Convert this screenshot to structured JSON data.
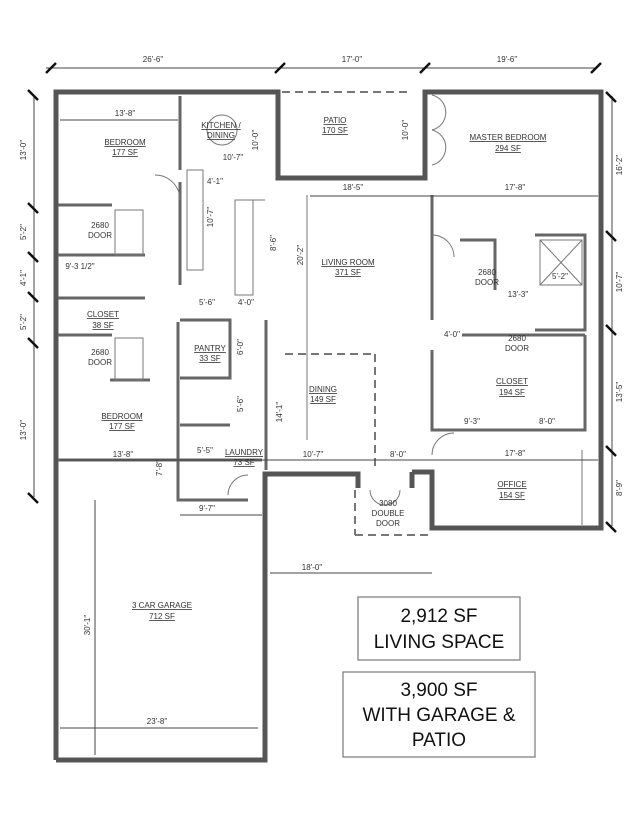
{
  "dimensions": {
    "top": [
      "26'-6\"",
      "17'-0\"",
      "19'-6\""
    ],
    "left": [
      "13'-0\"",
      "5'-2\"",
      "4'-1\"",
      "5'-2\"",
      "13'-0\""
    ],
    "right": [
      "16'-2\"",
      "10'-7\"",
      "13'-5\"",
      "8'-9\""
    ],
    "bed1_width": "13'-8\"",
    "kitchen_h": "10'-0\"",
    "kitchen_w": "10'-7\"",
    "patio_h": "10'-0\"",
    "living_w": "18'-5\"",
    "master_w": "17'-8\"",
    "hall_w": "4'-1\"",
    "kitchen_v": "10'-7\"",
    "island_h": "8'-6\"",
    "living_h": "20'-2\"",
    "bath1_w": "9'-3 1/2\"",
    "mbath_w1": "5'-2\"",
    "mbath_w2": "13'-3\"",
    "pantry_w": "5'-6\"",
    "pantry_w2": "4'-0\"",
    "pantry_h": "6'-0\"",
    "mhall_w": "4'-0\"",
    "bath3_h": "5'-6\"",
    "dining_h": "14'-1\"",
    "mcloset_w1": "9'-3\"",
    "mcloset_w2": "8'-0\"",
    "bed2_width": "13'-8\"",
    "hall_h": "7'-8\"",
    "laundry_w": "5'-5\"",
    "dining_w": "10'-7\"",
    "entry_w": "8'-0\"",
    "office_w": "17'-8\"",
    "laundry_total": "9'-7\"",
    "front_w": "18'-0\"",
    "garage_h": "30'-1\"",
    "garage_w": "23'-8\""
  },
  "rooms": {
    "bedroom1": {
      "name": "BEDROOM",
      "area": "177 SF"
    },
    "kitchen": {
      "name": "KITCHEN /",
      "name2": "DINING"
    },
    "patio": {
      "name": "PATIO",
      "area": "170 SF"
    },
    "master": {
      "name": "MASTER BEDROOM",
      "area": "294 SF"
    },
    "living": {
      "name": "LIVING ROOM",
      "area": "371 SF"
    },
    "closet1": {
      "name": "CLOSET",
      "area": "38 SF"
    },
    "pantry": {
      "name": "PANTRY",
      "area": "33 SF"
    },
    "dining": {
      "name": "DINING",
      "area": "149 SF"
    },
    "mcloset": {
      "name": "CLOSET",
      "area": "194 SF"
    },
    "bedroom2": {
      "name": "BEDROOM",
      "area": "177 SF"
    },
    "laundry": {
      "name": "LAUNDRY",
      "area": "73 SF"
    },
    "office": {
      "name": "OFFICE",
      "area": "154 SF"
    },
    "garage": {
      "name": "3 CAR GARAGE",
      "area": "712 SF"
    }
  },
  "doors": {
    "d1": [
      "2680",
      "DOOR"
    ],
    "d2": [
      "2680",
      "DOOR"
    ],
    "d3": [
      "2680",
      "DOOR"
    ],
    "d4": [
      "2680",
      "DOOR"
    ],
    "front": [
      "3080",
      "DOUBLE",
      "DOOR"
    ]
  },
  "summary": {
    "living_sf": "2,912 SF",
    "living_label": "LIVING SPACE",
    "total_sf": "3,900 SF",
    "total_label1": "WITH GARAGE &",
    "total_label2": "PATIO"
  }
}
